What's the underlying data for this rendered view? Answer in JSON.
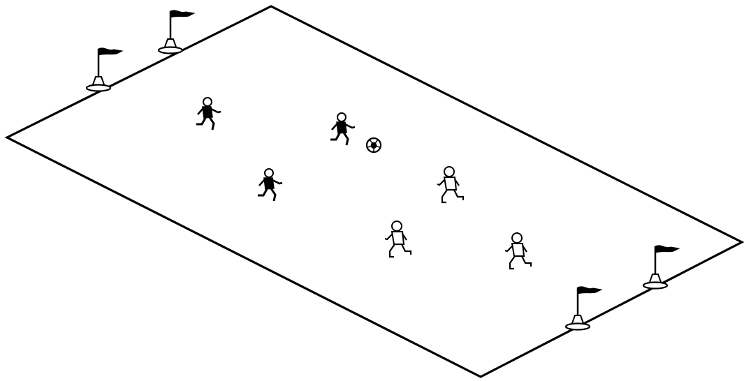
{
  "scene": {
    "description_free": true,
    "colors": {
      "ink": "#000000",
      "background": "#ffffff",
      "team_dark_fill": "#000000",
      "team_light_fill": "#ffffff"
    },
    "field": {
      "marking": "rectangle"
    },
    "goals": [
      {
        "side": "left",
        "flags": 2,
        "icon": "flag-cone-icon"
      },
      {
        "side": "right",
        "flags": 2,
        "icon": "flag-cone-icon"
      }
    ],
    "teams": [
      {
        "id": "dark",
        "player_count": 3,
        "icon": "runner-icon"
      },
      {
        "id": "light",
        "player_count": 3,
        "icon": "runner-icon"
      }
    ],
    "ball": {
      "icon": "soccer-ball-icon",
      "count": 1
    }
  }
}
